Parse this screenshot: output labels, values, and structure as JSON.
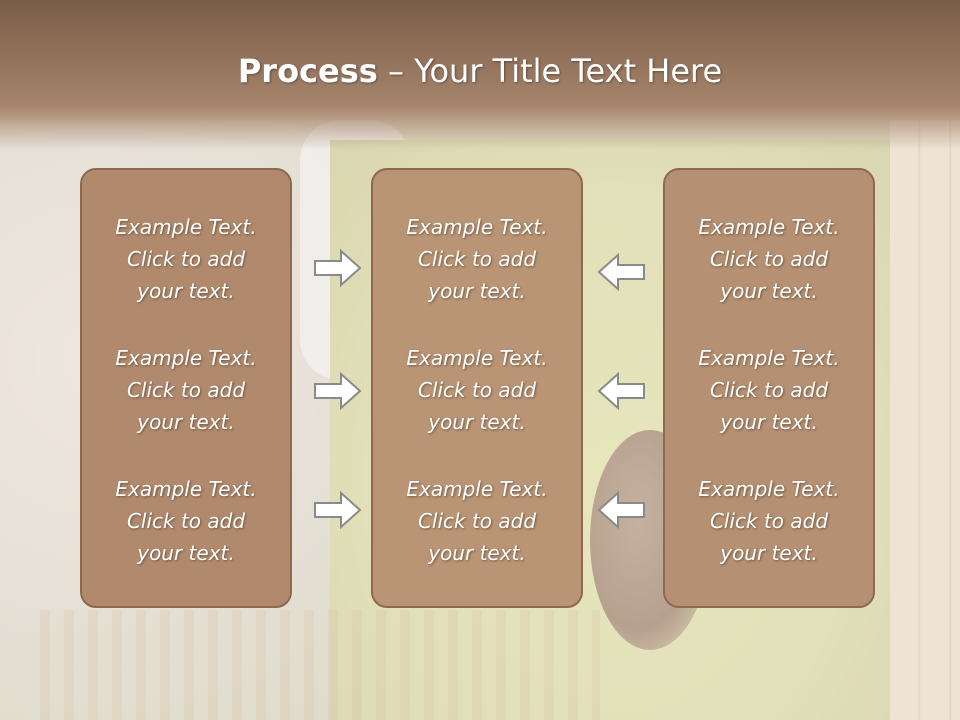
{
  "slide": {
    "title_bold": "Process",
    "title_rest": " – Your Title Text Here"
  },
  "columns": [
    {
      "items": [
        {
          "line1": "Example Text.",
          "line2": "Click  to add",
          "line3": "your text."
        },
        {
          "line1": "Example Text.",
          "line2": "Click  to add",
          "line3": "your text."
        },
        {
          "line1": "Example Text.",
          "line2": "Click  to add",
          "line3": "your text."
        }
      ]
    },
    {
      "items": [
        {
          "line1": "Example Text.",
          "line2": "Click  to add",
          "line3": "your text."
        },
        {
          "line1": "Example Text.",
          "line2": "Click  to add",
          "line3": "your text."
        },
        {
          "line1": "Example Text.",
          "line2": "Click  to add",
          "line3": "your text."
        }
      ]
    },
    {
      "items": [
        {
          "line1": "Example Text.",
          "line2": "Click  to add",
          "line3": "your text."
        },
        {
          "line1": "Example Text.",
          "line2": "Click  to add",
          "line3": "your text."
        },
        {
          "line1": "Example Text.",
          "line2": "Click  to add",
          "line3": "your text."
        }
      ]
    }
  ],
  "arrows": {
    "left_group": "right-arrow-icon",
    "right_group": "left-arrow-icon"
  },
  "colors": {
    "header": "#8d6d56",
    "panel": "#b18a6e",
    "panel_border": "#8c6950",
    "text": "#ffffff"
  }
}
